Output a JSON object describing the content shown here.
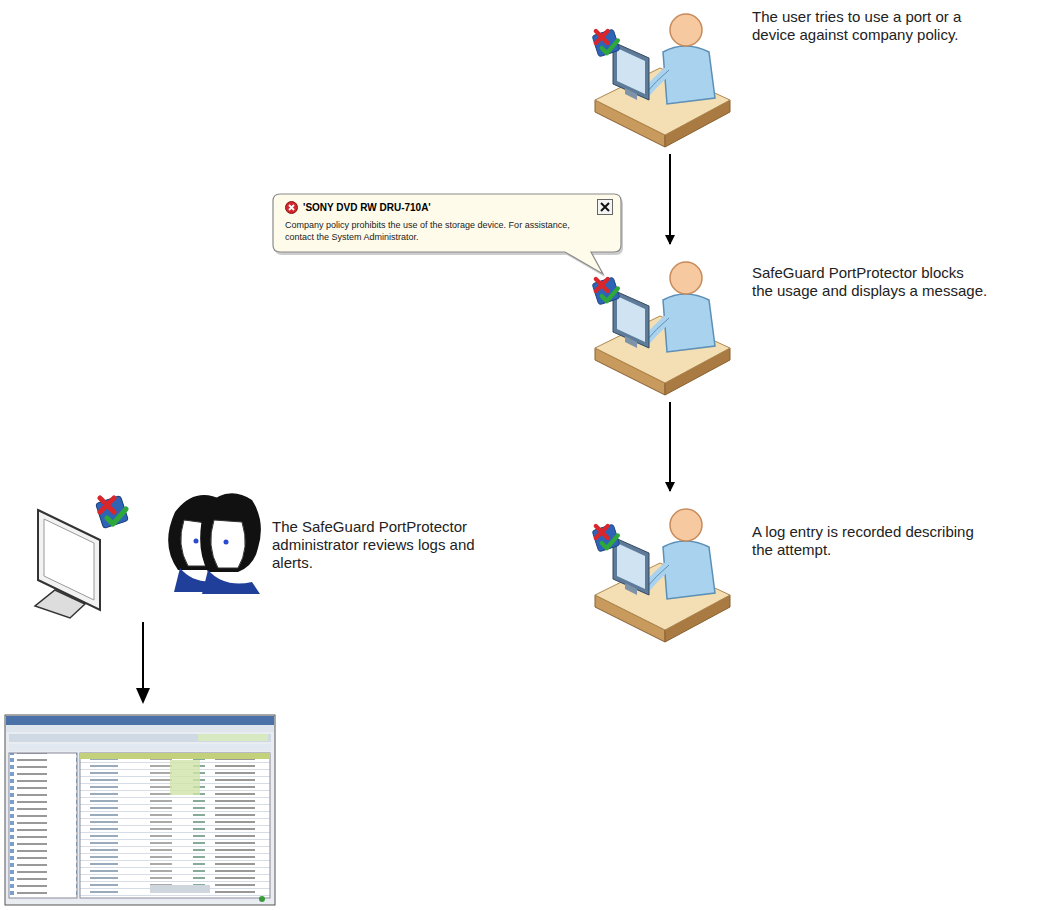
{
  "diagram": {
    "nodes": [
      {
        "text": [
          "The user tries to use a port or a device against company policy."
        ]
      },
      {
        "text": [
          "SafeGuard PortProtector blocks the usage and displays a message."
        ]
      },
      {
        "text": [
          "A log entry is recorded describing the attempt."
        ]
      },
      {
        "text": [
          "'SONY DVD RW DRU-710A'",
          "Company policy prohibits the use of the storage device. For assistance, contact the System Administrator."
        ]
      },
      {
        "text": [
          "The SafeGuard PortProtector administrator reviews logs and alerts."
        ]
      }
    ],
    "edges": [
      {
        "from": 0,
        "to": 1,
        "arrow": "to"
      },
      {
        "from": 1,
        "to": 2,
        "arrow": "to"
      }
    ]
  }
}
